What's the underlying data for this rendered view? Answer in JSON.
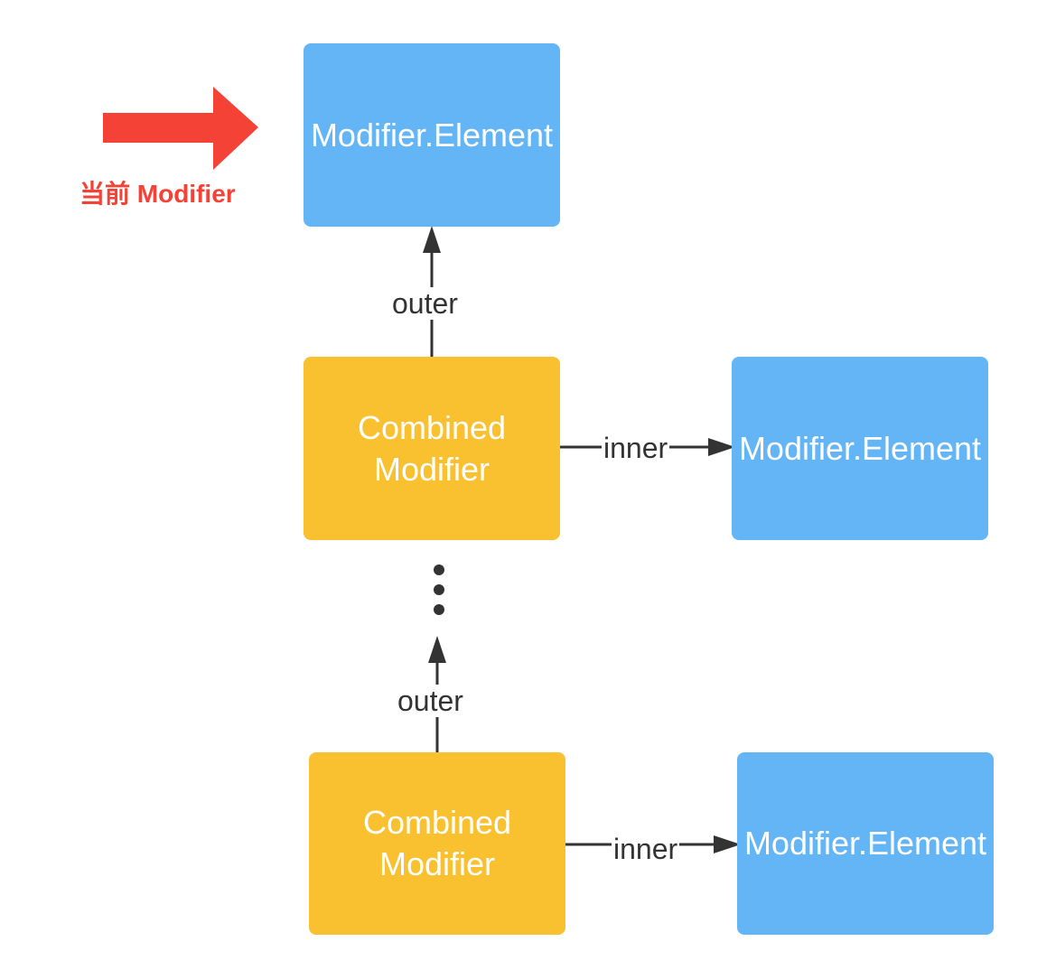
{
  "diagram": {
    "current_label": "当前 Modifier",
    "nodes": {
      "top_element": "Modifier.Element",
      "combined_1": "Combined Modifier",
      "element_1": "Modifier.Element",
      "combined_2": "Combined Modifier",
      "element_2": "Modifier.Element"
    },
    "edges": {
      "outer_1": "outer",
      "inner_1": "inner",
      "outer_2": "outer",
      "inner_2": "inner"
    },
    "colors": {
      "element_fill": "#64b5f6",
      "combined_fill": "#f9c02f",
      "pointer_arrow": "#f44336",
      "connector": "#333333"
    }
  }
}
